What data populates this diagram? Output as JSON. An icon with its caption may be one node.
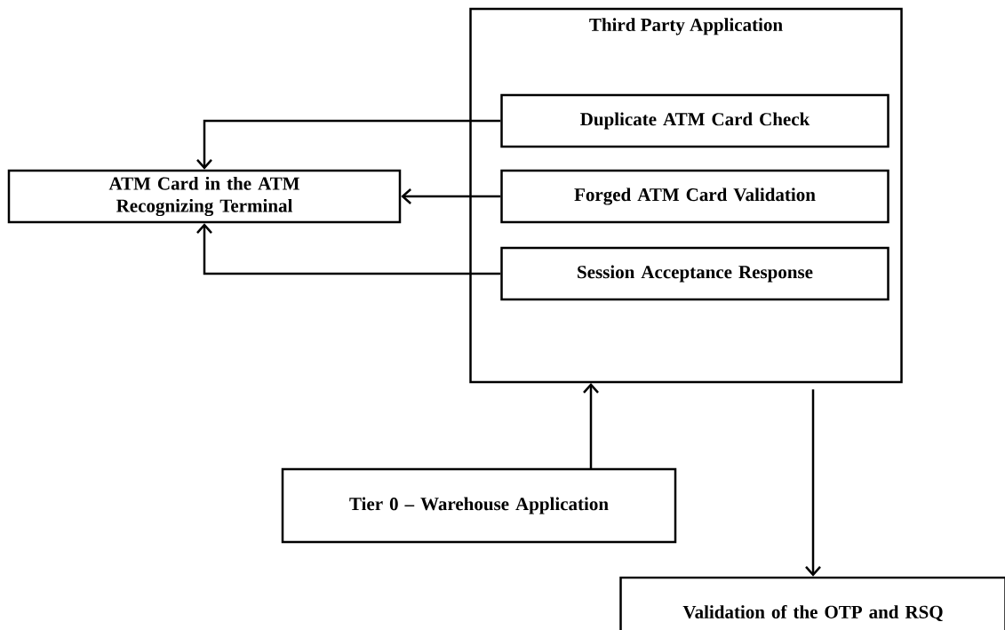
{
  "diagram": {
    "nodes": [
      {
        "text": [
          "Third Party Application"
        ]
      },
      {
        "text": [
          "Duplicate ATM Card Check"
        ],
        "in": 0
      },
      {
        "text": [
          "Forged ATM Card Validation"
        ],
        "in": 0
      },
      {
        "text": [
          "Session Acceptance Response"
        ],
        "in": 0
      },
      {
        "text": [
          "ATM Card in the ATM Recognizing Terminal"
        ]
      },
      {
        "text": [
          "Tier 0 – Warehouse Application"
        ]
      },
      {
        "text": [
          "Validation of the OTP and RSQ"
        ]
      }
    ],
    "edges": [
      {
        "from": 1,
        "to": 4,
        "arrow": "to"
      },
      {
        "from": 2,
        "to": 4,
        "arrow": "to"
      },
      {
        "from": 3,
        "to": 4,
        "arrow": "to"
      },
      {
        "from": 5,
        "to": 0,
        "arrow": "to"
      },
      {
        "from": 0,
        "to": 6,
        "arrow": "to"
      }
    ]
  }
}
